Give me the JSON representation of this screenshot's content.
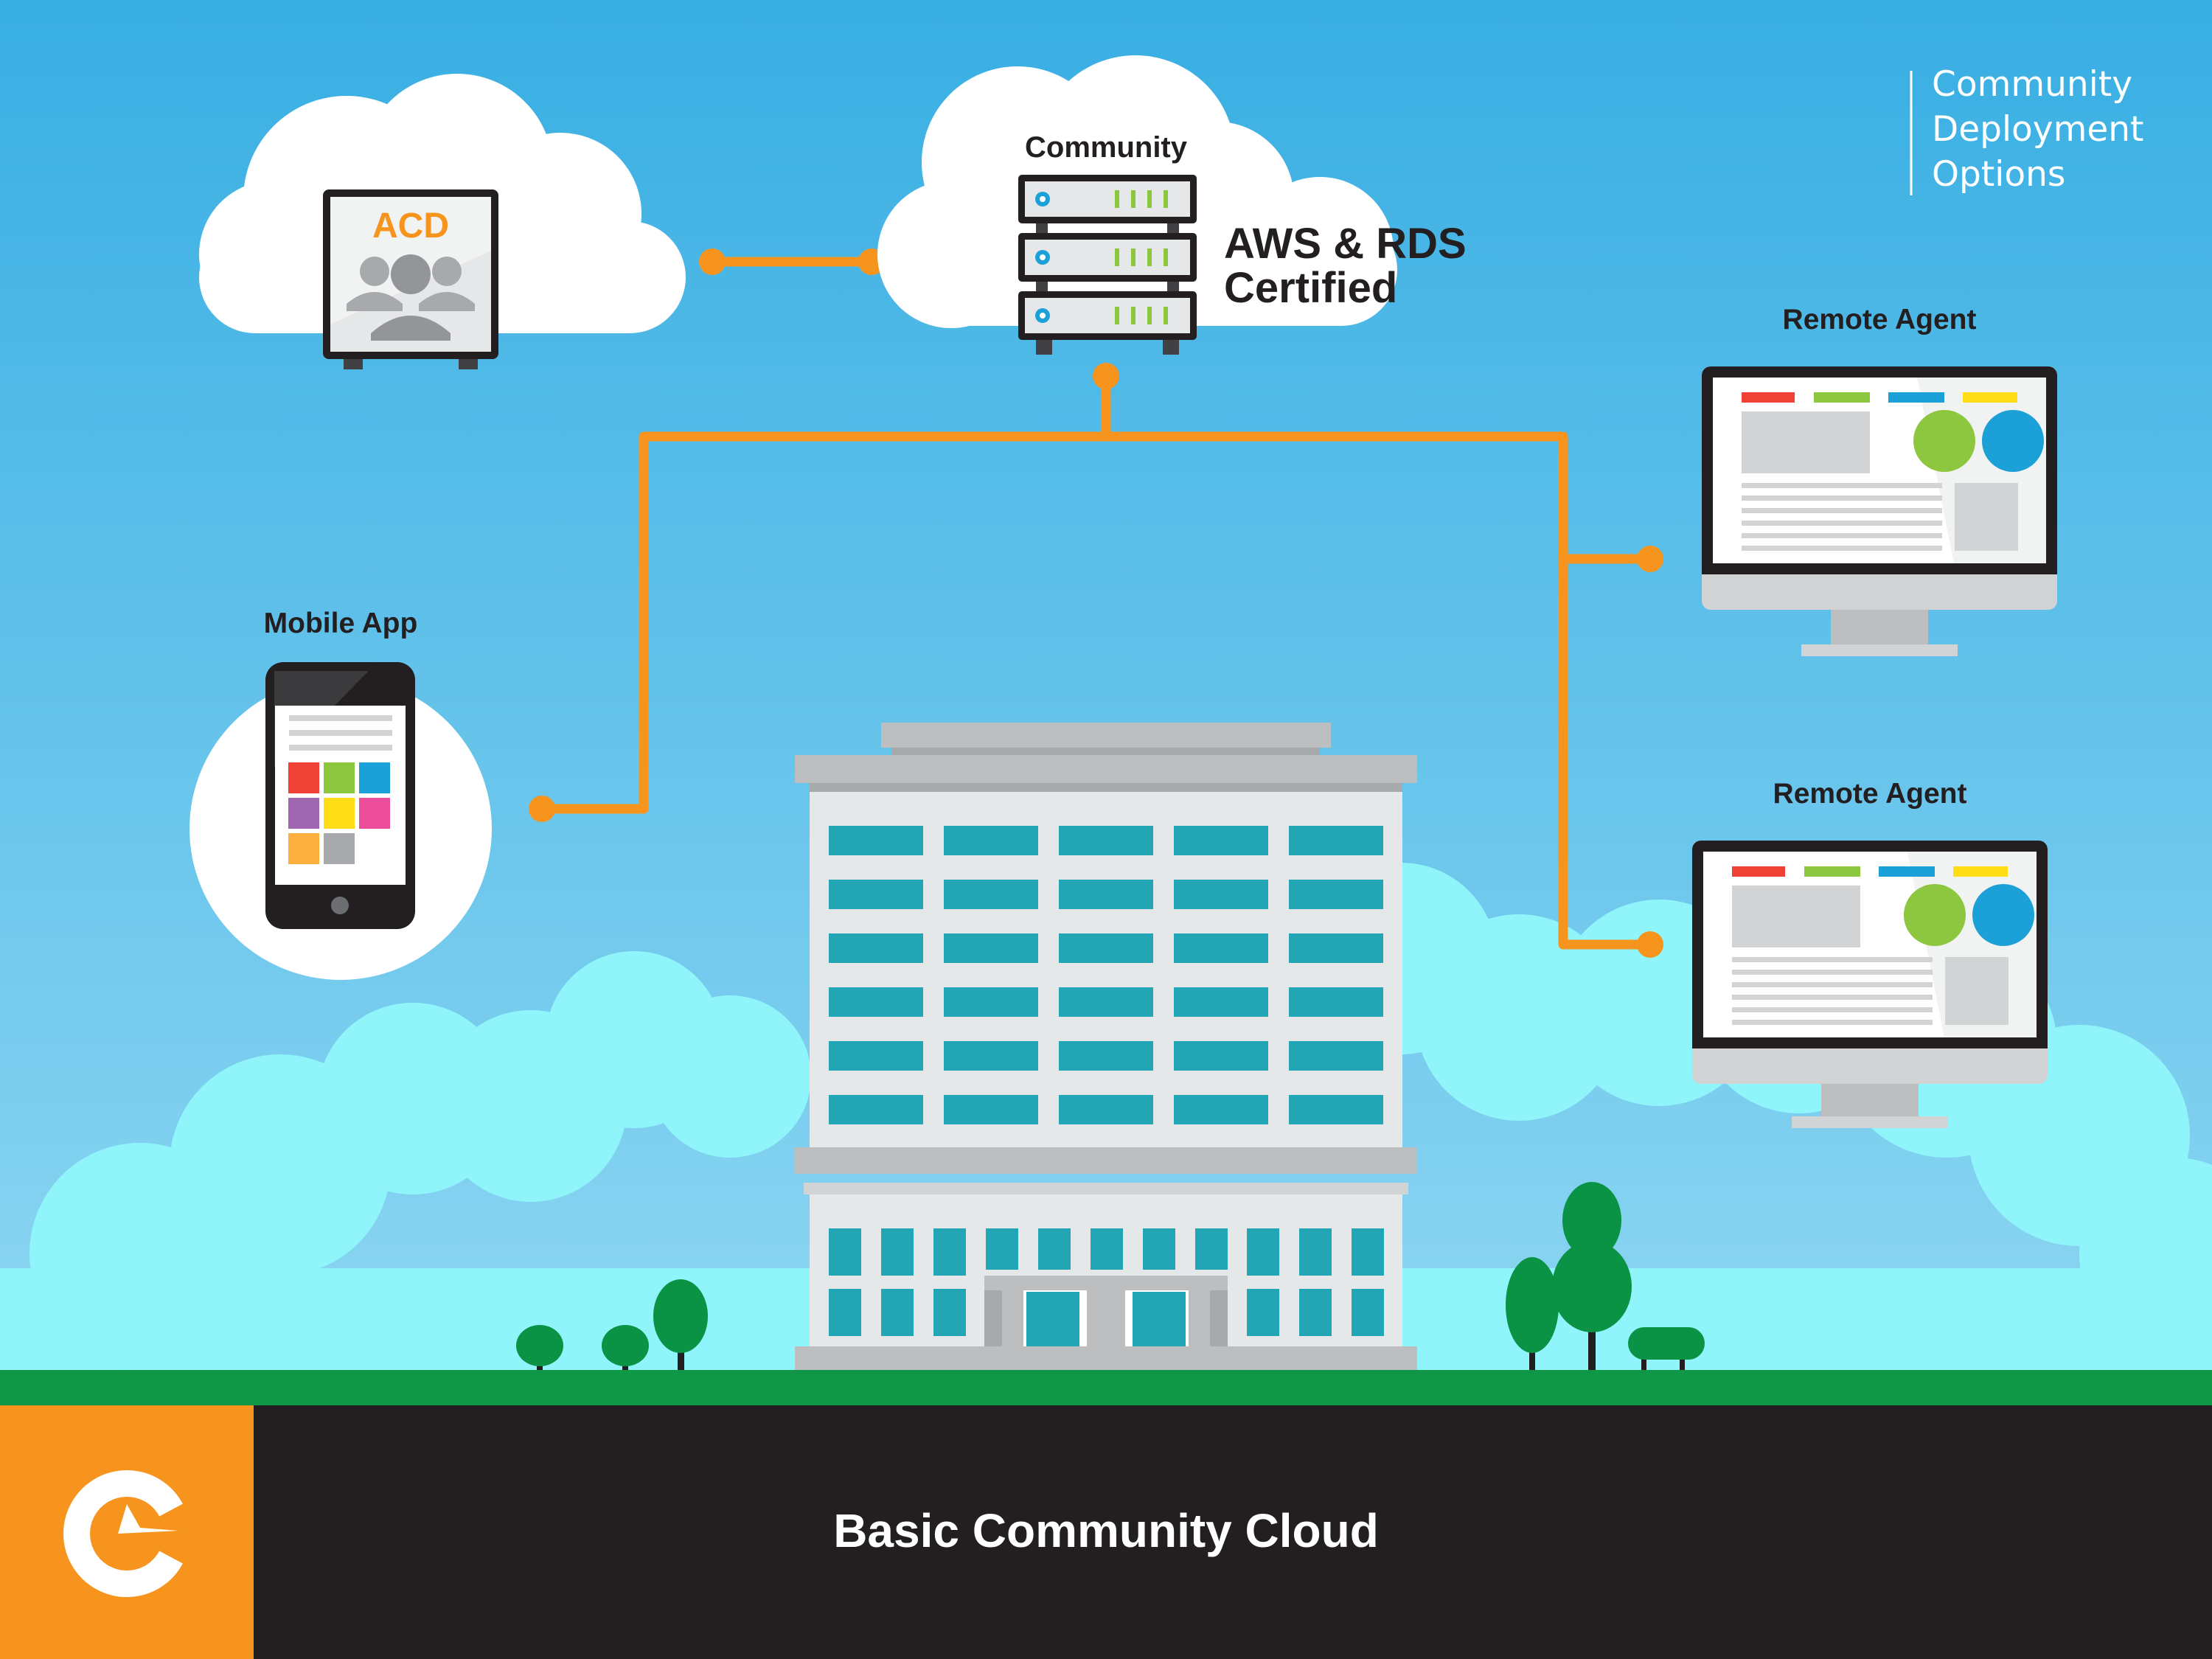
{
  "header": {
    "title_lines": [
      "Community",
      "Deployment",
      "Options"
    ]
  },
  "nodes": {
    "acd": {
      "label": "ACD",
      "icon": "people-group-icon"
    },
    "community": {
      "label": "Community",
      "icon": "server-rack-icon"
    },
    "certification": {
      "line1": "AWS & RDS",
      "line2": "Certified"
    },
    "mobile": {
      "label": "Mobile App",
      "icon": "smartphone-icon"
    },
    "agent_top": {
      "label": "Remote Agent",
      "icon": "desktop-monitor-icon"
    },
    "agent_bottom": {
      "label": "Remote Agent",
      "icon": "desktop-monitor-icon"
    },
    "office": {
      "icon": "office-building-icon"
    }
  },
  "footer": {
    "title": "Basic Community Cloud",
    "logo": "company-logo-icon"
  },
  "colors": {
    "sky_top": "#38aee3",
    "sky_bottom": "#88d4f0",
    "connector": "#f7941d",
    "grass": "#0f9647",
    "footer_bg": "#231f20",
    "logo_bg": "#f7941d",
    "window_teal": "#22a5b4",
    "tree_green": "#0b9345"
  }
}
